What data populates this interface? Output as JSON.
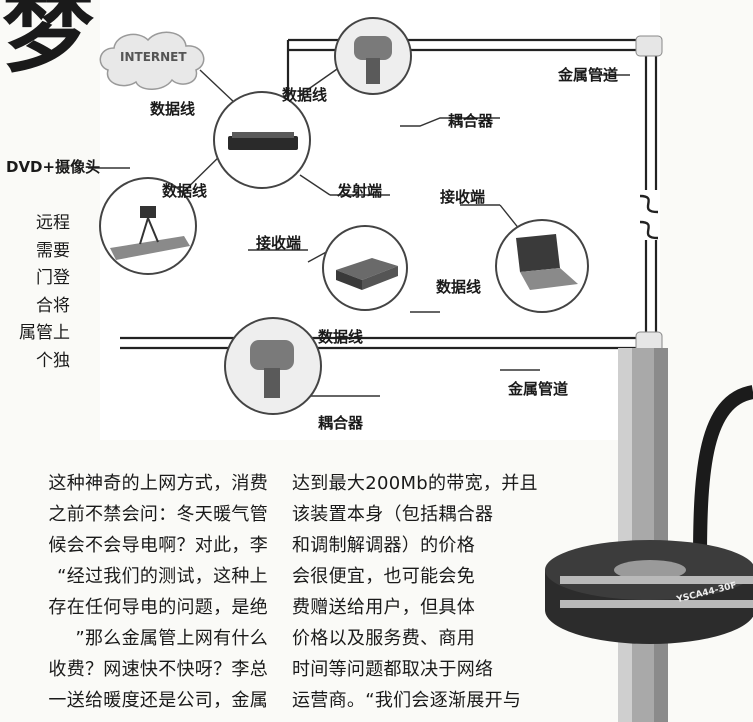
{
  "headline": "梦",
  "diagram": {
    "internet": "INTERNET",
    "dataline_1": "数据线",
    "dataline_2": "数据线",
    "dataline_3": "数据线",
    "dataline_4": "数据线",
    "dataline_5": "数据线",
    "dvd_camera": "DVD+摄像头",
    "transmitter": "发射端",
    "receiver_1": "接收端",
    "receiver_2": "接收端",
    "coupler_top": "耦合器",
    "coupler_bottom": "耦合器",
    "metal_pipe_top": "金属管道",
    "metal_pipe_bottom": "金属管道"
  },
  "photo": {
    "device_label": "YSCA44-30F"
  },
  "left_column_lines": [
    "远程",
    "需要",
    "门登",
    "合将",
    "属管上",
    "个独"
  ],
  "body_left_lines": [
    "这种神奇的上网方式，消费",
    "之前不禁会问：冬天暖气管",
    "候会不会导电啊？对此，李",
    "“经过我们的测试，这种上",
    "存在任何导电的问题，是绝",
    "”那么金属管上网有什么",
    "收费？网速快不快呀？李总",
    "一送给暖度还是公司，金属"
  ],
  "body_right_lines": [
    "达到最大200Mb的带宽，并且",
    "该装置本身（包括耦合器",
    "和调制解调器）的价格",
    "会很便宜，也可能会免",
    "费赠送给用户，但具体",
    "价格以及服务费、商用",
    "时间等问题都取决于网络",
    "运营商。“我们会逐渐展开与"
  ]
}
